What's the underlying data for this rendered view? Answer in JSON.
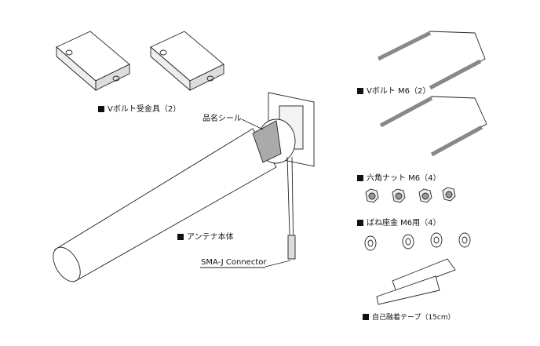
{
  "labels": {
    "bracket": "Vボルト受金具（2）",
    "seal": "品名シール",
    "vbolt": "Vボルト M6（2）",
    "hexnut": "六角ナット M6（4）",
    "washer": "ばね座金 M6用（4）",
    "antenna_body": "アンテナ本体",
    "connector": "SMA-J Connector",
    "tape": "自己融着テープ（15cm）"
  }
}
